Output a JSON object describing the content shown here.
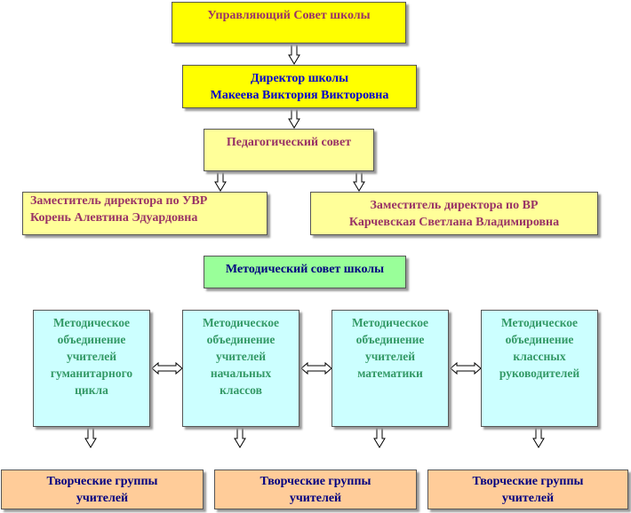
{
  "council": {
    "label": "Управляющий Совет школы"
  },
  "director": {
    "title": "Директор школы",
    "name": "Макеева Виктория Викторовна"
  },
  "ped_council": {
    "label": "Педагогический совет"
  },
  "deputy_uvr": {
    "title": "Заместитель директора по УВР",
    "name": "Корень Алевтина Эдуардовна"
  },
  "deputy_vr": {
    "title": "Заместитель директора по ВР",
    "name": "Карчевская Светлана Владимировна"
  },
  "method_council": {
    "label": "Методический совет школы"
  },
  "associations": [
    {
      "lines": [
        "Методическое",
        "объединение",
        "учителей",
        "гуманитарного",
        "цикла"
      ]
    },
    {
      "lines": [
        "Методическое",
        "объединение",
        "учителей",
        "начальных",
        "классов"
      ]
    },
    {
      "lines": [
        "Методическое",
        "объединение",
        "учителей",
        "математики"
      ]
    },
    {
      "lines": [
        "Методическое",
        "объединение",
        "классных",
        "руководителей"
      ]
    }
  ],
  "creative_groups": [
    {
      "line1": "Творческие группы",
      "line2": "учителей"
    },
    {
      "line1": "Творческие группы",
      "line2": "учителей"
    },
    {
      "line1": "Творческие группы",
      "line2": "учителей"
    }
  ],
  "colors": {
    "council_fill": "#ffff00",
    "yellow_fill": "#ffff99",
    "method_fill": "#99ff99",
    "association_fill": "#ccffff",
    "group_fill": "#ffcc99",
    "maroon_text": "#993366",
    "blue_text": "#0000cc",
    "teal_text": "#339966",
    "navy_text": "#000080"
  }
}
